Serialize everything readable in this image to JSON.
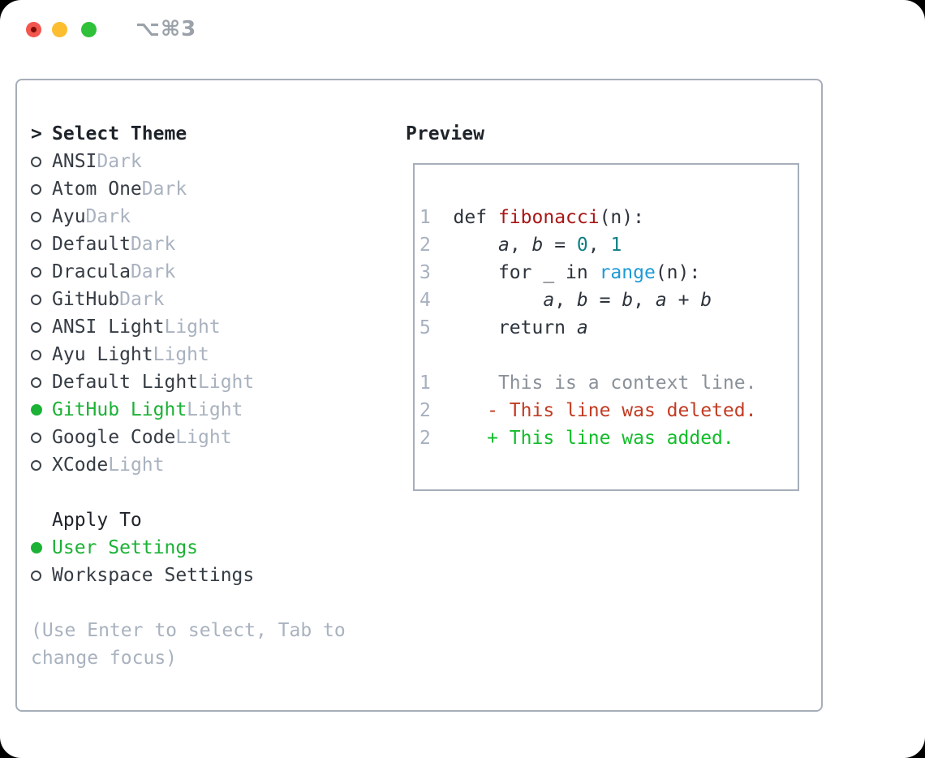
{
  "colors": {
    "window_bg": "#ffffff",
    "border": "#a6aeb9",
    "text_primary": "#1f242b",
    "text_item": "#363c44",
    "text_muted": "#a9b2bf",
    "accent_green": "#1bb235",
    "radio_ring": "#3d434b",
    "line_number": "#a6b0bf",
    "code_text": "#2d333c",
    "func_red": "#a81616",
    "number_teal": "#0f7e86",
    "builtin_blue": "#1e9ad6",
    "context_gray": "#8b9199",
    "deleted_red": "#c23b22",
    "added_green": "#12bd2a",
    "titlebar_gray": "#9aa1a9",
    "traffic_red": "#f2564e",
    "traffic_red_dot": "#7d0d06",
    "traffic_yellow": "#fcbd2f",
    "traffic_green": "#2fc13a"
  },
  "titlebar": {
    "shortcut": "⌥⌘3"
  },
  "panel": {
    "select_theme": {
      "prompt": ">",
      "title": "Select Theme",
      "items": [
        {
          "label": "ANSI",
          "tag": "Dark",
          "selected": false
        },
        {
          "label": "Atom One",
          "tag": "Dark",
          "selected": false
        },
        {
          "label": "Ayu",
          "tag": "Dark",
          "selected": false
        },
        {
          "label": "Default",
          "tag": "Dark",
          "selected": false
        },
        {
          "label": "Dracula",
          "tag": "Dark",
          "selected": false
        },
        {
          "label": "GitHub",
          "tag": "Dark",
          "selected": false
        },
        {
          "label": "ANSI Light",
          "tag": "Light",
          "selected": false
        },
        {
          "label": "Ayu Light",
          "tag": "Light",
          "selected": false
        },
        {
          "label": "Default Light",
          "tag": "Light",
          "selected": false
        },
        {
          "label": "GitHub Light",
          "tag": "Light",
          "selected": true
        },
        {
          "label": "Google Code",
          "tag": "Light",
          "selected": false
        },
        {
          "label": "XCode",
          "tag": "Light",
          "selected": false
        }
      ]
    },
    "apply_to": {
      "title": "Apply To",
      "options": [
        {
          "label": "User Settings",
          "selected": true
        },
        {
          "label": "Workspace Settings",
          "selected": false
        }
      ]
    },
    "hint_lines": [
      "(Use Enter to select, Tab to",
      "change focus)"
    ]
  },
  "preview": {
    "title": "Preview",
    "code_lines": [
      {
        "num": "1",
        "kind": "code",
        "tokens": [
          {
            "t": "  def ",
            "s": "plain"
          },
          {
            "t": "fibonacci",
            "s": "func"
          },
          {
            "t": "(n):",
            "s": "plain"
          }
        ]
      },
      {
        "num": "2",
        "kind": "code",
        "tokens": [
          {
            "t": "      ",
            "s": "plain"
          },
          {
            "t": "a",
            "s": "var"
          },
          {
            "t": ", ",
            "s": "plain"
          },
          {
            "t": "b",
            "s": "var"
          },
          {
            "t": " = ",
            "s": "plain"
          },
          {
            "t": "0",
            "s": "num"
          },
          {
            "t": ", ",
            "s": "plain"
          },
          {
            "t": "1",
            "s": "num"
          }
        ]
      },
      {
        "num": "3",
        "kind": "code",
        "tokens": [
          {
            "t": "      for _ in ",
            "s": "plain"
          },
          {
            "t": "range",
            "s": "builtin"
          },
          {
            "t": "(n):",
            "s": "plain"
          }
        ]
      },
      {
        "num": "4",
        "kind": "code",
        "tokens": [
          {
            "t": "          ",
            "s": "plain"
          },
          {
            "t": "a",
            "s": "var"
          },
          {
            "t": ", ",
            "s": "plain"
          },
          {
            "t": "b",
            "s": "var"
          },
          {
            "t": " = ",
            "s": "plain"
          },
          {
            "t": "b",
            "s": "var"
          },
          {
            "t": ", ",
            "s": "plain"
          },
          {
            "t": "a",
            "s": "var"
          },
          {
            "t": " + ",
            "s": "plain"
          },
          {
            "t": "b",
            "s": "var"
          }
        ]
      },
      {
        "num": "5",
        "kind": "code",
        "tokens": [
          {
            "t": "      return ",
            "s": "plain"
          },
          {
            "t": "a",
            "s": "var"
          }
        ]
      },
      {
        "num": "",
        "kind": "blank",
        "tokens": []
      },
      {
        "num": "1",
        "kind": "diff-context",
        "tokens": [
          {
            "t": "      This is a context line.",
            "s": "context"
          }
        ]
      },
      {
        "num": "2",
        "kind": "diff-deleted",
        "tokens": [
          {
            "t": "     - This line was deleted.",
            "s": "deleted"
          }
        ]
      },
      {
        "num": "2",
        "kind": "diff-added",
        "tokens": [
          {
            "t": "     + This line was added.",
            "s": "added"
          }
        ]
      }
    ]
  }
}
